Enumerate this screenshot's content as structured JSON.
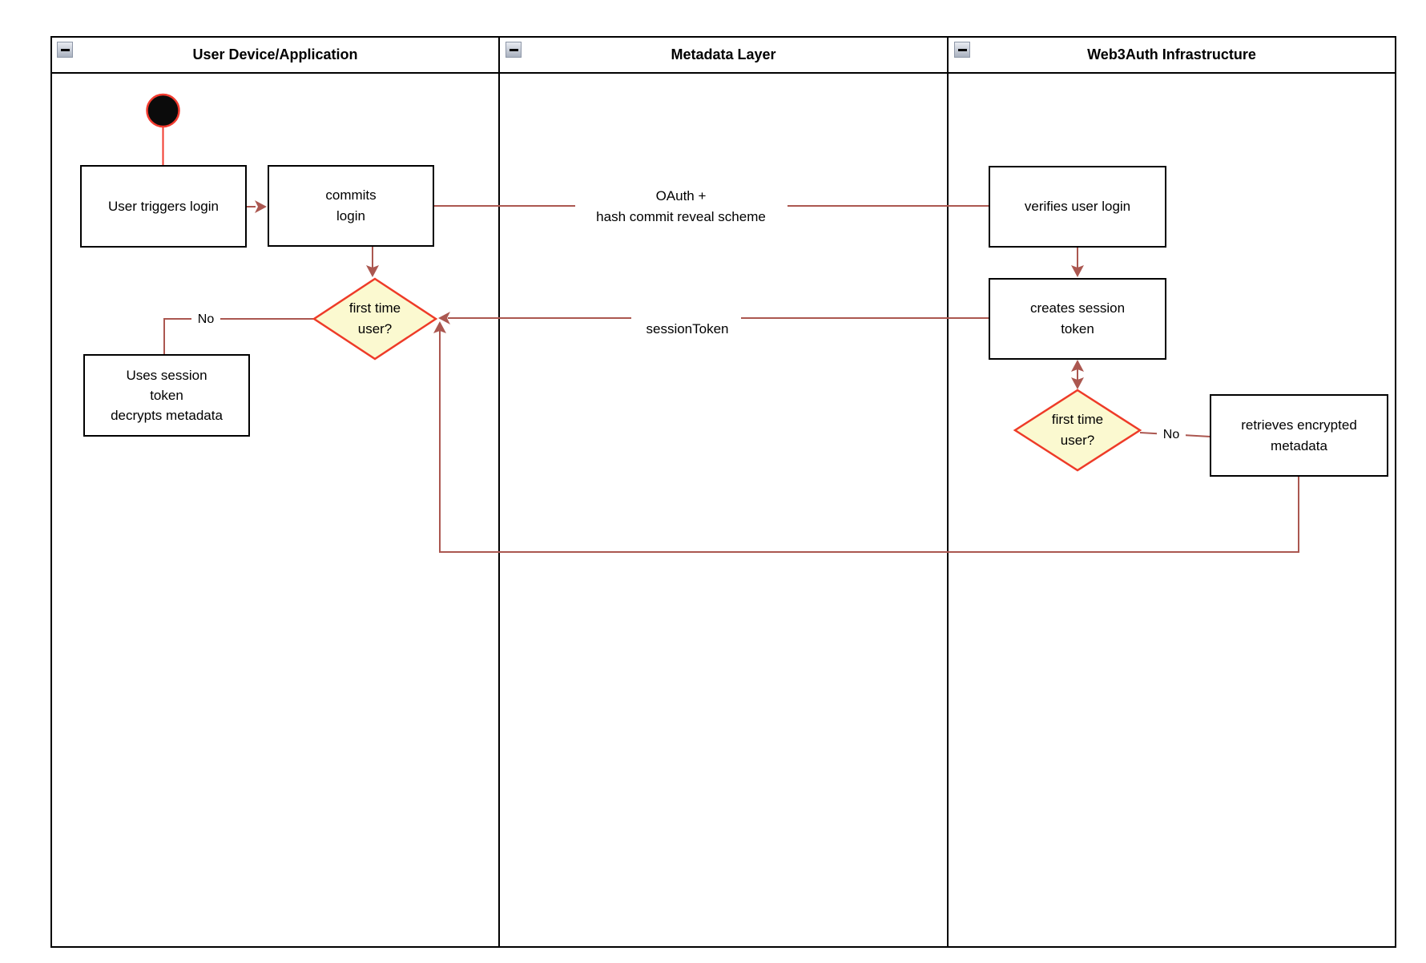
{
  "diagram": {
    "type": "uml-activity-swimlane",
    "lanes": [
      {
        "title": "User Device/Application",
        "collapse_icon": "minus"
      },
      {
        "title": "Metadata Layer",
        "collapse_icon": "minus"
      },
      {
        "title": "Web3Auth Infrastructure",
        "collapse_icon": "minus"
      }
    ],
    "nodes": {
      "start": {
        "shape": "initial-node"
      },
      "user_triggers_login": {
        "label": "User triggers login"
      },
      "commits_login": {
        "line1": "commits",
        "line2": "login"
      },
      "first_time_user_1": {
        "line1": "first time",
        "line2": "user?"
      },
      "uses_session": {
        "line1": "Uses session",
        "line2": "token",
        "line3": "decrypts metadata"
      },
      "verifies_user_login": {
        "label": "verifies user login"
      },
      "creates_session_token": {
        "line1": "creates session",
        "line2": "token"
      },
      "first_time_user_3": {
        "line1": "first time",
        "line2": "user?"
      },
      "retrieves_metadata": {
        "line1": "retrieves encrypted",
        "line2": "metadata"
      }
    },
    "edge_labels": {
      "oauth": {
        "line1": "OAuth +",
        "line2": "hash commit reveal scheme"
      },
      "session_token": {
        "label": "sessionToken"
      },
      "no_1": {
        "label": "No"
      },
      "no_3": {
        "label": "No"
      }
    },
    "colors": {
      "box_fill": "#ffffff",
      "box_border": "#000000",
      "edge": "#AB5750",
      "decision_fill": "#FBF9D0",
      "decision_border": "#EE3B28",
      "start_fill": "#0B0B0B",
      "start_border": "#F23B2F"
    }
  }
}
